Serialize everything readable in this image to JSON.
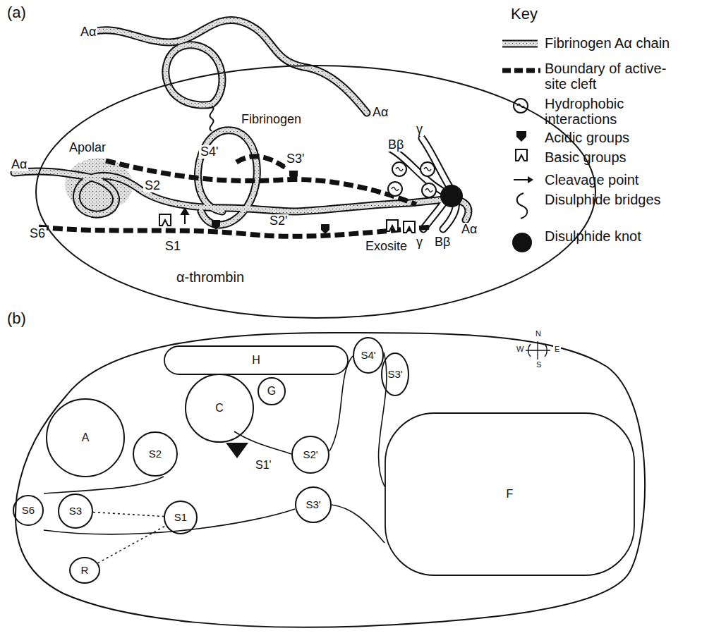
{
  "diagram": {
    "nodes": [
      {
        "text": [
          "α-thrombin"
        ]
      },
      {
        "text": [
          "H"
        ]
      },
      {
        "text": [
          "C"
        ]
      },
      {
        "text": [
          "G"
        ]
      },
      {
        "text": [
          "S4'"
        ]
      },
      {
        "text": [
          "S3'"
        ]
      },
      {
        "text": [
          "A"
        ]
      },
      {
        "text": [
          "S2"
        ]
      },
      {
        "text": [
          "S2'"
        ]
      },
      {
        "text": [
          "F"
        ]
      },
      {
        "text": [
          "S6"
        ]
      },
      {
        "text": [
          "S3"
        ]
      },
      {
        "text": [
          "S1"
        ]
      },
      {
        "text": [
          "S3'"
        ]
      },
      {
        "text": [
          "R"
        ]
      }
    ],
    "edges": [
      {
        "from": 11,
        "to": 12,
        "arrow": "none"
      },
      {
        "from": 14,
        "to": 12,
        "arrow": "none"
      }
    ],
    "labels": [
      "(a)",
      "Aα",
      "Aα",
      "Aα",
      "Apolar",
      "S2",
      "S6",
      "S1",
      "Fibrinogen",
      "S4'",
      "S3'",
      "S2'",
      "γ",
      "Bβ",
      "γ",
      "Bβ",
      "Aα",
      "Exosite",
      "Key",
      "(b)",
      "N",
      "W",
      "E",
      "S",
      "S1'"
    ],
    "legend": [
      {
        "text": "Fibrinogen Aα chain"
      },
      {
        "text": "Boundary of active-site cleft"
      },
      {
        "text": "Hydrophobic interactions"
      },
      {
        "text": "Acidic groups"
      },
      {
        "text": "Basic groups"
      },
      {
        "text": "Cleavage point"
      },
      {
        "text": "Disulphide bridges"
      },
      {
        "text": "Disulphide knot"
      }
    ]
  }
}
